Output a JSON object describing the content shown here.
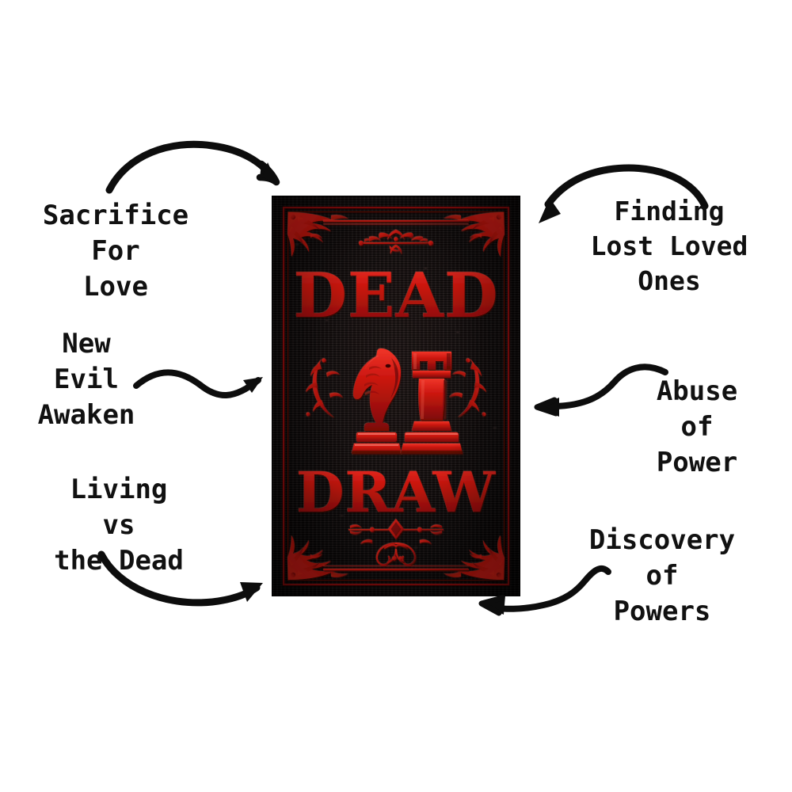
{
  "page": {
    "background_color": "#ffffff",
    "text_color": "#111111",
    "accent_red": "#c01a13",
    "book_black": "#15100f"
  },
  "book_cover": {
    "title_line_1": "DEAD",
    "title_line_2": "DRAW",
    "emblem_left": "chess-knight",
    "emblem_right": "chess-rook",
    "ornament_top": "victorian-floral-scroll",
    "ornament_bottom": "victorian-floral-scroll",
    "border": "double-rule-frame",
    "colors": {
      "ink": "#c8140c",
      "ink_light": "#e8261a",
      "ink_dark": "#6e0b07",
      "leather": "#15100f"
    }
  },
  "annotations": [
    {
      "id": "sacrifice-for-love",
      "text": "Sacrifice\nFor\nLove",
      "side": "left",
      "arrow": "curved-arc-right"
    },
    {
      "id": "new-evil-awaken",
      "text": "New\nEvil\nAwaken",
      "side": "left",
      "arrow": "s-curve-right"
    },
    {
      "id": "living-vs-the-dead",
      "text": "Living\nvs\nthe Dead",
      "side": "left",
      "arrow": "curved-sweep-right"
    },
    {
      "id": "finding-lost-loved-ones",
      "text": "Finding\nLost Loved\nOnes",
      "side": "right",
      "arrow": "curved-arc-left"
    },
    {
      "id": "abuse-of-power",
      "text": "Abuse\nof\nPower",
      "side": "right",
      "arrow": "s-curve-left"
    },
    {
      "id": "discovery-of-powers",
      "text": "Discovery\nof\nPowers",
      "side": "right",
      "arrow": "wavy-sweep-left"
    }
  ]
}
